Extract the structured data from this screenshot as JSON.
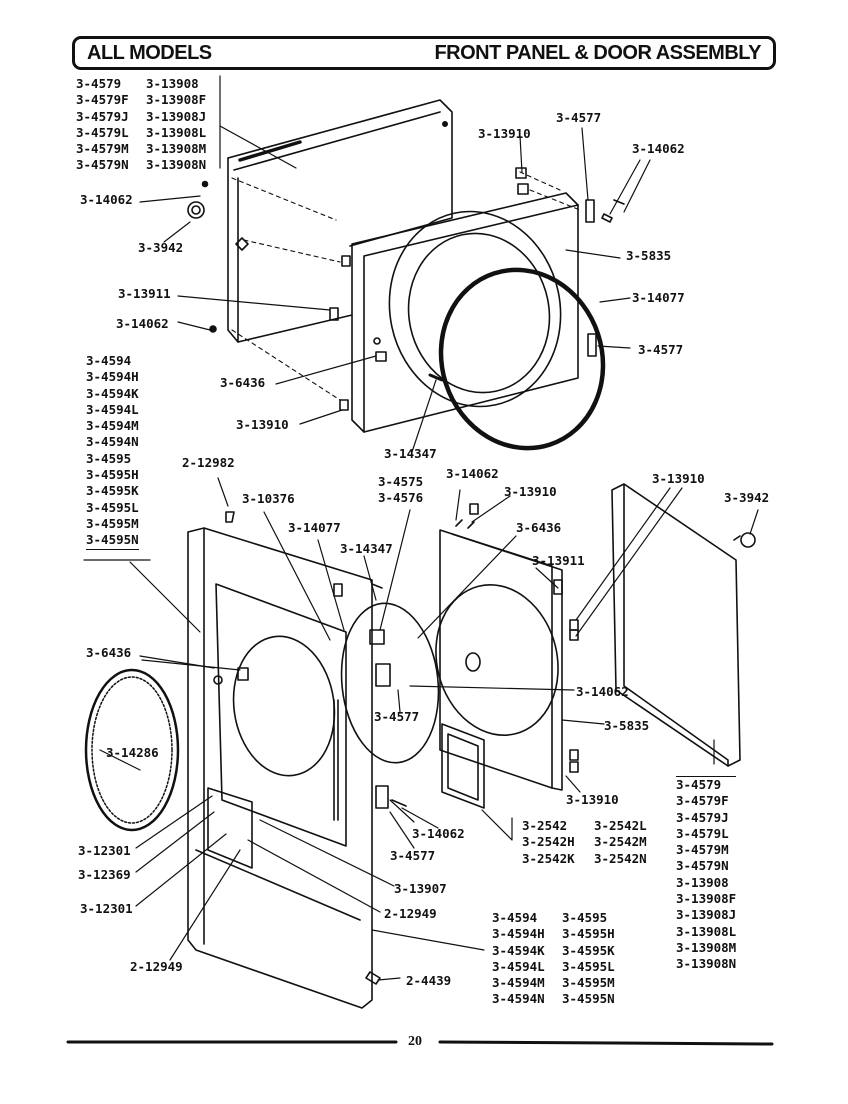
{
  "header": {
    "left": "ALL MODELS",
    "right": "FRONT PANEL & DOOR ASSEMBLY"
  },
  "page_number": "20",
  "groups": {
    "top_left_col1": "3-4579\n3-4579F\n3-4579J\n3-4579L\n3-4579M\n3-4579N",
    "top_left_col2": "3-13908\n3-13908F\n3-13908J\n3-13908L\n3-13908M\n3-13908N",
    "left_mid": "3-4594\n3-4594H\n3-4594K\n3-4594L\n3-4594M\n3-4594N\n3-4595\n3-4595H\n3-4595K\n3-4595L\n3-4595M\n3-4595N",
    "hinge_pair": "3-4575\n3-4576",
    "right_col1": "3-4579\n3-4579F\n3-4579J\n3-4579L\n3-4579M\n3-4579N\n3-13908\n3-13908F\n3-13908J\n3-13908L\n3-13908M\n3-13908N",
    "box_2542_col1": "3-2542\n3-2542H\n3-2542K",
    "box_2542_col2": "3-2542L\n3-2542M\n3-2542N",
    "bottom_col1": "3-4594\n3-4594H\n3-4594K\n3-4594L\n3-4594M\n3-4594N",
    "bottom_col2": "3-4595\n3-4595H\n3-4595K\n3-4595L\n3-4595M\n3-4595N"
  },
  "labels": {
    "l_13910_top": "3-13910",
    "l_4577_top": "3-4577",
    "l_14062_tr": "3-14062",
    "l_14062_tl": "3-14062",
    "l_3942_tl": "3-3942",
    "l_5835_top": "3-5835",
    "l_13911_top": "3-13911",
    "l_14077_top": "3-14077",
    "l_14062_l2": "3-14062",
    "l_4577_mid": "3-4577",
    "l_6436_top": "3-6436",
    "l_13910_mid": "3-13910",
    "l_14347_top": "3-14347",
    "l_12982": "2-12982",
    "l_10376": "3-10376",
    "l_14062_c": "3-14062",
    "l_13910_c": "3-13910",
    "l_13910_r": "3-13910",
    "l_3942_r": "3-3942",
    "l_14077_b": "3-14077",
    "l_6436_c": "3-6436",
    "l_14347_b": "3-14347",
    "l_13911_b": "3-13911",
    "l_6436_l": "3-6436",
    "l_14062_b": "3-14062",
    "l_4577_b": "3-4577",
    "l_5835_b": "3-5835",
    "l_14286": "3-14286",
    "l_13910_b": "3-13910",
    "l_14062_bb": "3-14062",
    "l_4577_bb": "3-4577",
    "l_12301_a": "3-12301",
    "l_12369": "3-12369",
    "l_13907": "3-13907",
    "l_12301_b": "3-12301",
    "l_12949_a": "2-12949",
    "l_12949_b": "2-12949",
    "l_4439": "2-4439"
  }
}
